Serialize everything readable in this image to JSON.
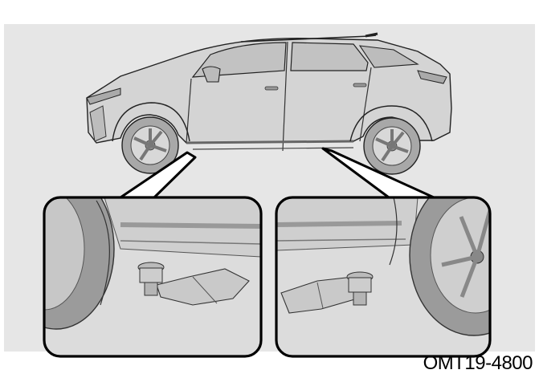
{
  "figure": {
    "code": "OMT19-4800",
    "colors": {
      "background": "#e6e6e6",
      "car_body": "#d4d4d4",
      "tire": "#9a9a9a",
      "outline": "#111111"
    },
    "icons": [
      "suv-side-view",
      "jack-lift-point-front",
      "jack-lift-point-rear"
    ]
  }
}
